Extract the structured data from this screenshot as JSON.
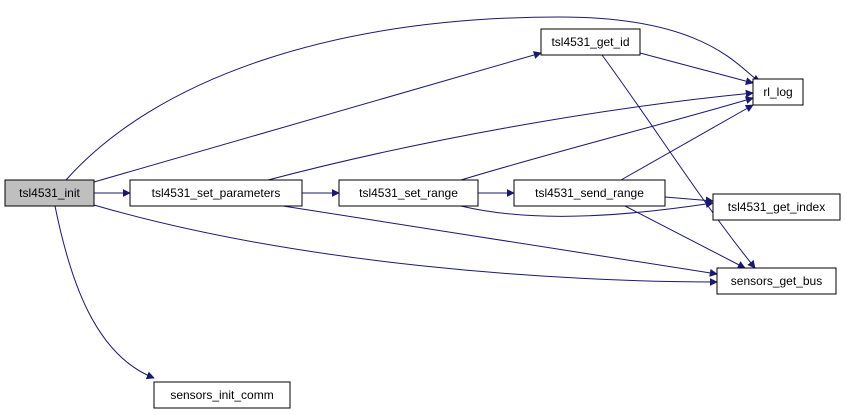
{
  "colors": {
    "edge": "#191970",
    "root_fill": "#bfbfbf",
    "node_fill": "#ffffff",
    "border": "#000000"
  },
  "nodes": [
    {
      "id": "tsl4531_init",
      "label": "tsl4531_init",
      "root": true
    },
    {
      "id": "tsl4531_set_parameters",
      "label": "tsl4531_set_parameters"
    },
    {
      "id": "tsl4531_set_range",
      "label": "tsl4531_set_range"
    },
    {
      "id": "tsl4531_send_range",
      "label": "tsl4531_send_range"
    },
    {
      "id": "tsl4531_get_id",
      "label": "tsl4531_get_id"
    },
    {
      "id": "rl_log",
      "label": "rl_log"
    },
    {
      "id": "tsl4531_get_index",
      "label": "tsl4531_get_index"
    },
    {
      "id": "sensors_get_bus",
      "label": "sensors_get_bus"
    },
    {
      "id": "sensors_init_comm",
      "label": "sensors_init_comm"
    }
  ],
  "edges": [
    {
      "from": "tsl4531_init",
      "to": "tsl4531_set_parameters"
    },
    {
      "from": "tsl4531_init",
      "to": "tsl4531_get_id"
    },
    {
      "from": "tsl4531_init",
      "to": "rl_log"
    },
    {
      "from": "tsl4531_init",
      "to": "sensors_get_bus"
    },
    {
      "from": "tsl4531_init",
      "to": "sensors_init_comm"
    },
    {
      "from": "tsl4531_set_parameters",
      "to": "tsl4531_set_range"
    },
    {
      "from": "tsl4531_set_parameters",
      "to": "rl_log"
    },
    {
      "from": "tsl4531_set_parameters",
      "to": "sensors_get_bus"
    },
    {
      "from": "tsl4531_set_range",
      "to": "tsl4531_send_range"
    },
    {
      "from": "tsl4531_set_range",
      "to": "rl_log"
    },
    {
      "from": "tsl4531_set_range",
      "to": "tsl4531_get_index"
    },
    {
      "from": "tsl4531_send_range",
      "to": "tsl4531_get_index"
    },
    {
      "from": "tsl4531_send_range",
      "to": "rl_log"
    },
    {
      "from": "tsl4531_send_range",
      "to": "sensors_get_bus"
    },
    {
      "from": "tsl4531_get_id",
      "to": "rl_log"
    },
    {
      "from": "tsl4531_get_id",
      "to": "sensors_get_bus"
    }
  ]
}
